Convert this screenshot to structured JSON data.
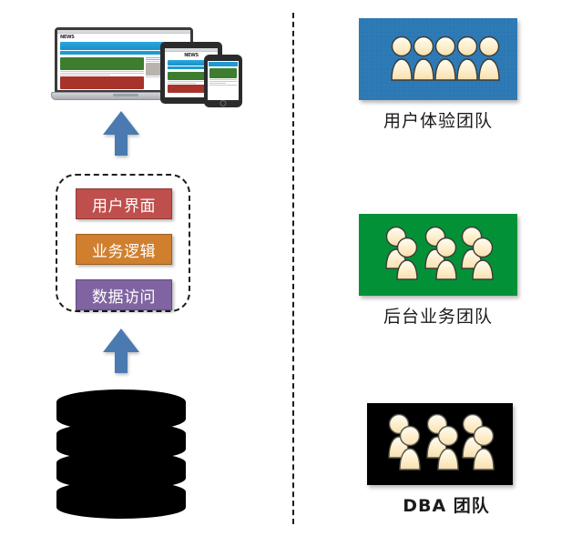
{
  "diagram": {
    "divider": "vertical-dashed-separator",
    "left_column": {
      "devices": {
        "name": "responsive-devices-illustration",
        "site_title": "NEWS",
        "device_names": [
          "laptop",
          "tablet",
          "smartphone"
        ]
      },
      "arrow_top": "arrow-up",
      "arrow_bottom": "arrow-up",
      "architecture": {
        "name": "layered-architecture-box",
        "layers": [
          {
            "id": "ui",
            "label": "用户界面",
            "color": "#bf4f4c"
          },
          {
            "id": "logic",
            "label": "业务逻辑",
            "color": "#cf7f2e"
          },
          {
            "id": "data",
            "label": "数据访问",
            "color": "#8064a2"
          }
        ]
      },
      "database": {
        "name": "database-cylinder",
        "color": "#000000",
        "layer_count": 4
      }
    },
    "right_column": {
      "teams": [
        {
          "id": "ux",
          "label": "用户体验团队",
          "panel_color": "#2c79b5",
          "people_count": 5,
          "layout": "single-row",
          "bold": false
        },
        {
          "id": "backend",
          "label": "后台业务团队",
          "panel_color": "#039138",
          "people_count": 3,
          "layout": "paired-groups",
          "bold": false
        },
        {
          "id": "dba",
          "label": "DBA 团队",
          "panel_color": "#000000",
          "people_count": 3,
          "layout": "paired-groups",
          "bold": true
        }
      ]
    }
  }
}
